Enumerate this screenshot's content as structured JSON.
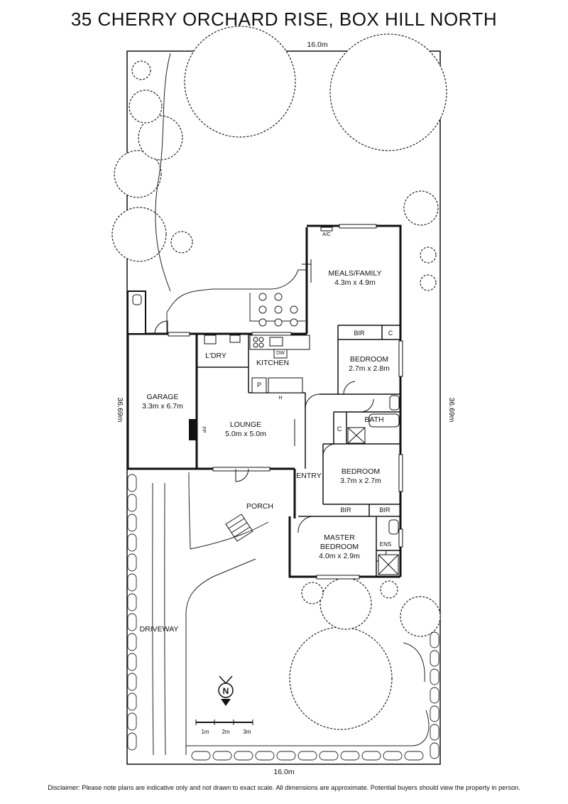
{
  "title": "35 CHERRY ORCHARD RISE, BOX HILL NORTH",
  "disclaimer": "Disclaimer: Please note plans are indicative only and not drawn to exact scale. All dimensions are approximate. Potential buyers should view the property in person.",
  "boundary": {
    "width_top": "16.0m",
    "width_bottom": "16.0m",
    "length_left": "36.69m",
    "length_right": "36.69m"
  },
  "rooms": {
    "meals": {
      "name": "MEALS/FAMILY",
      "size": "4.3m x 4.9m"
    },
    "ac": "A/C",
    "bir_bed2": "BIR",
    "c_bed2": "C",
    "bedroom2": {
      "name": "BEDROOM",
      "size": "2.7m x 2.8m"
    },
    "kitchen": "KITCHEN",
    "dw": "DW",
    "pantry": "P",
    "h": "H",
    "laundry": "L'DRY",
    "garage": {
      "name": "GARAGE",
      "size": "3.3m x 6.7m"
    },
    "fp": "FP",
    "lounge": {
      "name": "LOUNGE",
      "size": "5.0m x 5.0m"
    },
    "bath": "BATH",
    "c_bath": "C",
    "bedroom3": {
      "name": "BEDROOM",
      "size": "3.7m x 2.7m"
    },
    "entry": "ENTRY",
    "porch": "PORCH",
    "bir_master1": "BIR",
    "bir_master2": "BIR",
    "master": {
      "name": "MASTER",
      "name2": "BEDROOM",
      "size": "4.0m x 2.9m"
    },
    "ens": "ENS",
    "driveway": "DRIVEWAY"
  },
  "compass": "N",
  "scale": [
    "1m",
    "2m",
    "3m"
  ]
}
